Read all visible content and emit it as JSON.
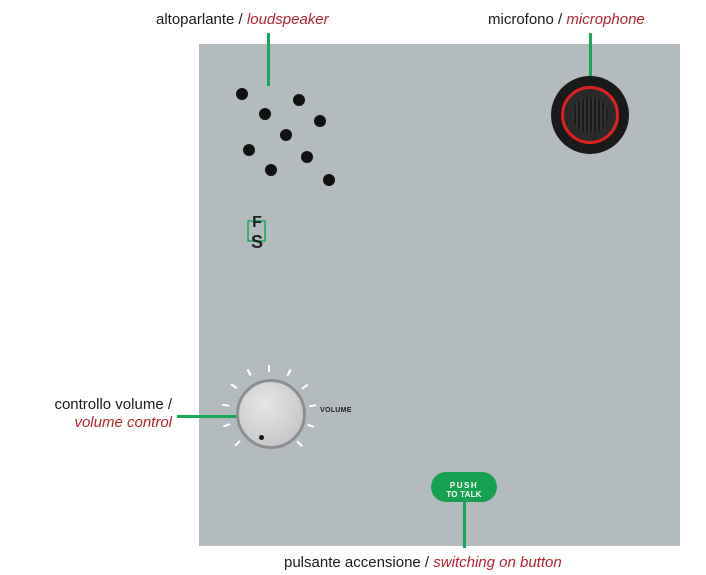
{
  "labels": {
    "speaker": {
      "it": "altoparlante / ",
      "en": "loudspeaker"
    },
    "microphone": {
      "it": "microfono / ",
      "en": "microphone"
    },
    "volume": {
      "it": "controllo volume /",
      "en": "volume control"
    },
    "button": {
      "it": "pulsante accensione / ",
      "en": "switching on button"
    }
  },
  "panel": {
    "volume_text": "VOLUME",
    "push_to_talk_line1": "PUSH",
    "push_to_talk_line2": "TO TALK",
    "logo_letters": "FS"
  },
  "colors": {
    "panel": "#b4bbbf",
    "leader": "#17a85a",
    "english_text": "#b3252b",
    "mic_ring": "#e0211f",
    "button": "#16a050"
  }
}
